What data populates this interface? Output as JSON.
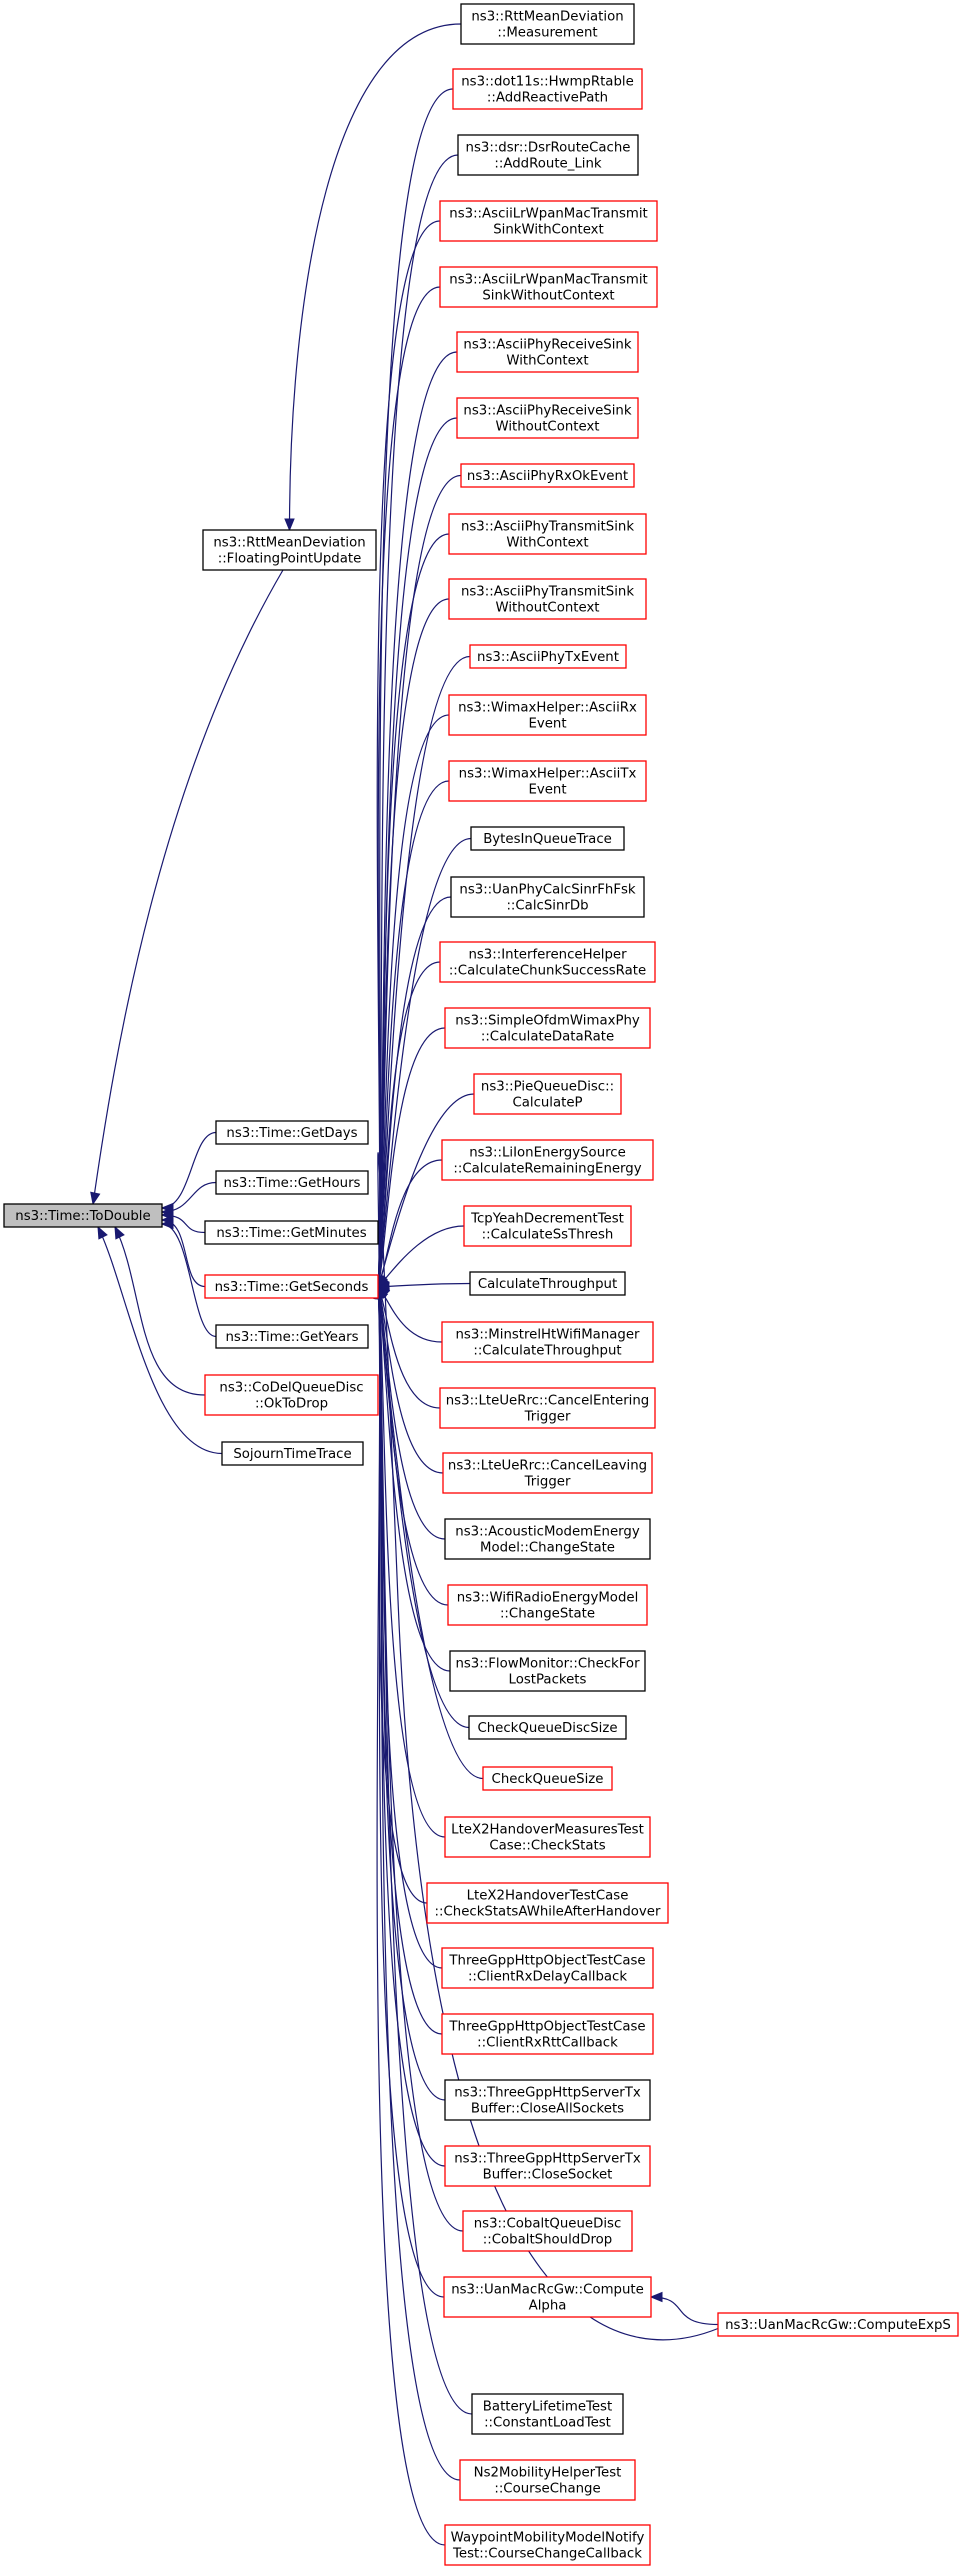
{
  "graph": {
    "type": "doxygen caller graph",
    "colors": {
      "edge": "#191970",
      "documented_border": "#000000",
      "undocumented_border": "#ff0000",
      "focus_fill": "#bfbfbf"
    },
    "nodes": [
      {
        "id": "todouble",
        "lines": [
          "ns3::Time::ToDouble"
        ],
        "style": "focus"
      },
      {
        "id": "floatpoint",
        "lines": [
          "ns3::RttMeanDeviation",
          "::FloatingPointUpdate"
        ],
        "style": "black"
      },
      {
        "id": "getdays",
        "lines": [
          "ns3::Time::GetDays"
        ],
        "style": "black"
      },
      {
        "id": "gethours",
        "lines": [
          "ns3::Time::GetHours"
        ],
        "style": "black"
      },
      {
        "id": "getminutes",
        "lines": [
          "ns3::Time::GetMinutes"
        ],
        "style": "black"
      },
      {
        "id": "getseconds",
        "lines": [
          "ns3::Time::GetSeconds"
        ],
        "style": "red"
      },
      {
        "id": "getyears",
        "lines": [
          "ns3::Time::GetYears"
        ],
        "style": "black"
      },
      {
        "id": "codel",
        "lines": [
          "ns3::CoDelQueueDisc",
          "::OkToDrop"
        ],
        "style": "red"
      },
      {
        "id": "sojourn",
        "lines": [
          "SojournTimeTrace"
        ],
        "style": "black"
      },
      {
        "id": "measurement",
        "lines": [
          "ns3::RttMeanDeviation",
          "::Measurement"
        ],
        "style": "black"
      },
      {
        "id": "c1",
        "lines": [
          "ns3::dot11s::HwmpRtable",
          "::AddReactivePath"
        ],
        "style": "red"
      },
      {
        "id": "c2",
        "lines": [
          "ns3::dsr::DsrRouteCache",
          "::AddRoute_Link"
        ],
        "style": "black"
      },
      {
        "id": "c3",
        "lines": [
          "ns3::AsciiLrWpanMacTransmit",
          "SinkWithContext"
        ],
        "style": "red"
      },
      {
        "id": "c4",
        "lines": [
          "ns3::AsciiLrWpanMacTransmit",
          "SinkWithoutContext"
        ],
        "style": "red"
      },
      {
        "id": "c5",
        "lines": [
          "ns3::AsciiPhyReceiveSink",
          "WithContext"
        ],
        "style": "red"
      },
      {
        "id": "c6",
        "lines": [
          "ns3::AsciiPhyReceiveSink",
          "WithoutContext"
        ],
        "style": "red"
      },
      {
        "id": "c7",
        "lines": [
          "ns3::AsciiPhyRxOkEvent"
        ],
        "style": "red"
      },
      {
        "id": "c8",
        "lines": [
          "ns3::AsciiPhyTransmitSink",
          "WithContext"
        ],
        "style": "red"
      },
      {
        "id": "c9",
        "lines": [
          "ns3::AsciiPhyTransmitSink",
          "WithoutContext"
        ],
        "style": "red"
      },
      {
        "id": "c10",
        "lines": [
          "ns3::AsciiPhyTxEvent"
        ],
        "style": "red"
      },
      {
        "id": "c11",
        "lines": [
          "ns3::WimaxHelper::AsciiRx",
          "Event"
        ],
        "style": "red"
      },
      {
        "id": "c12",
        "lines": [
          "ns3::WimaxHelper::AsciiTx",
          "Event"
        ],
        "style": "red"
      },
      {
        "id": "c13",
        "lines": [
          "BytesInQueueTrace"
        ],
        "style": "black"
      },
      {
        "id": "c14",
        "lines": [
          "ns3::UanPhyCalcSinrFhFsk",
          "::CalcSinrDb"
        ],
        "style": "black"
      },
      {
        "id": "c15",
        "lines": [
          "ns3::InterferenceHelper",
          "::CalculateChunkSuccessRate"
        ],
        "style": "red"
      },
      {
        "id": "c16",
        "lines": [
          "ns3::SimpleOfdmWimaxPhy",
          "::CalculateDataRate"
        ],
        "style": "red"
      },
      {
        "id": "c17",
        "lines": [
          "ns3::PieQueueDisc::",
          "CalculateP"
        ],
        "style": "red"
      },
      {
        "id": "c18",
        "lines": [
          "ns3::LiIonEnergySource",
          "::CalculateRemainingEnergy"
        ],
        "style": "red"
      },
      {
        "id": "c19",
        "lines": [
          "TcpYeahDecrementTest",
          "::CalculateSsThresh"
        ],
        "style": "red"
      },
      {
        "id": "c20",
        "lines": [
          "CalculateThroughput"
        ],
        "style": "black"
      },
      {
        "id": "c21",
        "lines": [
          "ns3::MinstrelHtWifiManager",
          "::CalculateThroughput"
        ],
        "style": "red"
      },
      {
        "id": "c22",
        "lines": [
          "ns3::LteUeRrc::CancelEntering",
          "Trigger"
        ],
        "style": "red"
      },
      {
        "id": "c23",
        "lines": [
          "ns3::LteUeRrc::CancelLeaving",
          "Trigger"
        ],
        "style": "red"
      },
      {
        "id": "c24",
        "lines": [
          "ns3::AcousticModemEnergy",
          "Model::ChangeState"
        ],
        "style": "black"
      },
      {
        "id": "c25",
        "lines": [
          "ns3::WifiRadioEnergyModel",
          "::ChangeState"
        ],
        "style": "red"
      },
      {
        "id": "c26",
        "lines": [
          "ns3::FlowMonitor::CheckFor",
          "LostPackets"
        ],
        "style": "black"
      },
      {
        "id": "c27",
        "lines": [
          "CheckQueueDiscSize"
        ],
        "style": "black"
      },
      {
        "id": "c28",
        "lines": [
          "CheckQueueSize"
        ],
        "style": "red"
      },
      {
        "id": "c29",
        "lines": [
          "LteX2HandoverMeasuresTest",
          "Case::CheckStats"
        ],
        "style": "red"
      },
      {
        "id": "c30",
        "lines": [
          "LteX2HandoverTestCase",
          "::CheckStatsAWhileAfterHandover"
        ],
        "style": "red"
      },
      {
        "id": "c31",
        "lines": [
          "ThreeGppHttpObjectTestCase",
          "::ClientRxDelayCallback"
        ],
        "style": "red"
      },
      {
        "id": "c32",
        "lines": [
          "ThreeGppHttpObjectTestCase",
          "::ClientRxRttCallback"
        ],
        "style": "red"
      },
      {
        "id": "c33",
        "lines": [
          "ns3::ThreeGppHttpServerTx",
          "Buffer::CloseAllSockets"
        ],
        "style": "black"
      },
      {
        "id": "c34",
        "lines": [
          "ns3::ThreeGppHttpServerTx",
          "Buffer::CloseSocket"
        ],
        "style": "red"
      },
      {
        "id": "c35",
        "lines": [
          "ns3::CobaltQueueDisc",
          "::CobaltShouldDrop"
        ],
        "style": "red"
      },
      {
        "id": "c36",
        "lines": [
          "ns3::UanMacRcGw::Compute",
          "Alpha"
        ],
        "style": "red"
      },
      {
        "id": "c37",
        "lines": [
          "ns3::UanMacRcGw::ComputeExpS"
        ],
        "style": "red"
      },
      {
        "id": "c38",
        "lines": [
          "BatteryLifetimeTest",
          "::ConstantLoadTest"
        ],
        "style": "black"
      },
      {
        "id": "c39",
        "lines": [
          "Ns2MobilityHelperTest",
          "::CourseChange"
        ],
        "style": "red"
      },
      {
        "id": "c40",
        "lines": [
          "WaypointMobilityModelNotify",
          "Test::CourseChangeCallback"
        ],
        "style": "red"
      }
    ]
  }
}
